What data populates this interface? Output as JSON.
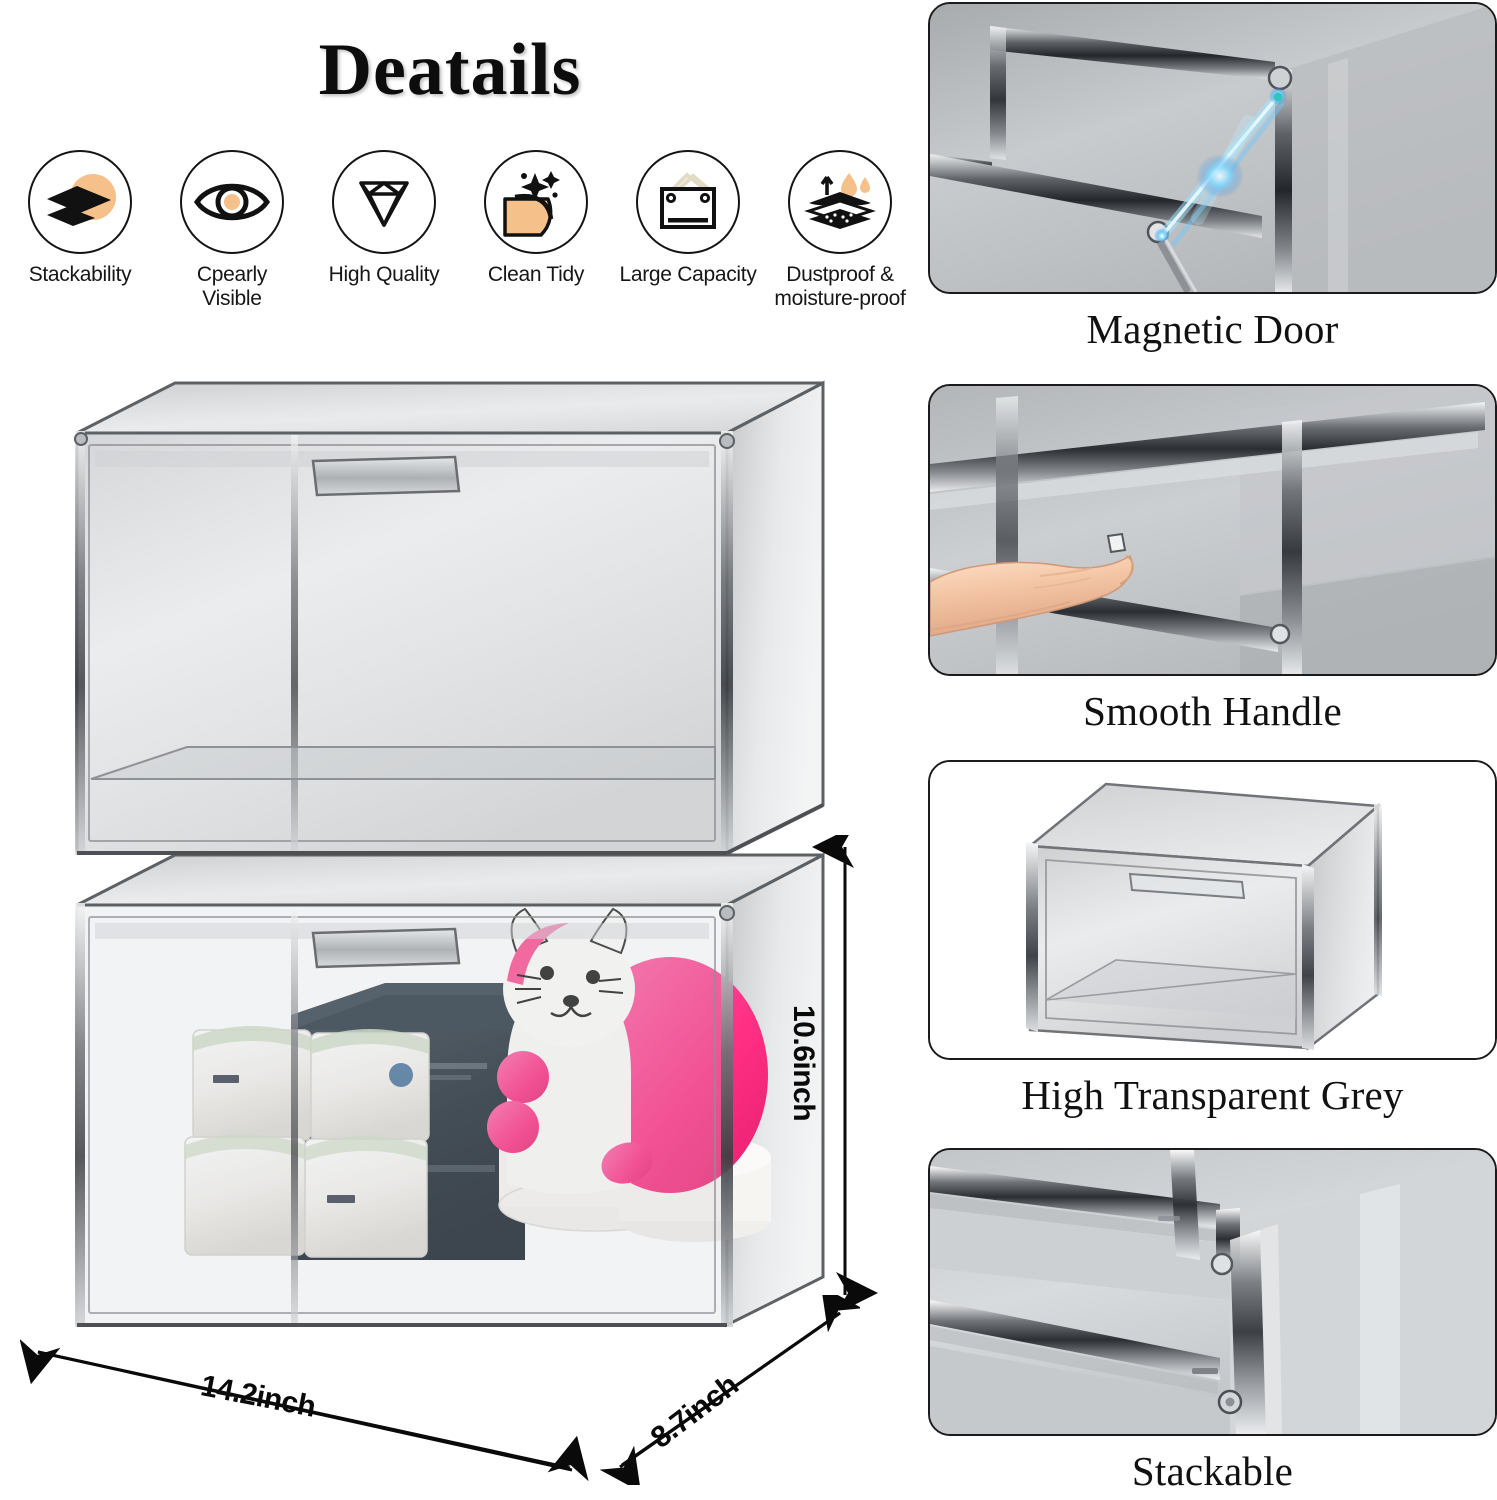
{
  "title": "Deatails",
  "features": [
    {
      "label": "Stackability",
      "icon": "layers-icon"
    },
    {
      "label": "Cpearly\nVisible",
      "label_line1": "Cpearly",
      "label_line2": "Visible",
      "icon": "eye-icon"
    },
    {
      "label": "High Quality",
      "icon": "diamond-icon"
    },
    {
      "label": "Clean Tidy",
      "icon": "wipe-sparkle-icon"
    },
    {
      "label": "Large Capacity",
      "icon": "storage-bin-icon"
    },
    {
      "label": "Dustproof &\nmoisture-proof",
      "label_line1": "Dustproof &",
      "label_line2": "moisture-proof",
      "icon": "water-repellent-layers-icon"
    }
  ],
  "hero": {
    "alt": "two stacked transparent grey storage boxes, lower one filled with tissue packs and a pink cat plush toy",
    "contents": [
      "tissue-pack",
      "tissue-pack",
      "tissue-pack",
      "tissue-pack",
      "dark-teal-box",
      "dark-teal-box",
      "pink-cat-plush",
      "toilet-roll"
    ]
  },
  "dimensions": {
    "height": "10.6inch",
    "width": "14.2inch",
    "depth": "8.7inch"
  },
  "panels": [
    {
      "caption": "Magnetic Door",
      "photo": "magnetic-door-closeup"
    },
    {
      "caption": "Smooth Handle",
      "photo": "finger-on-handle-closeup"
    },
    {
      "caption": "High Transparent Grey",
      "photo": "single-grey-box"
    },
    {
      "caption": "Stackable",
      "photo": "stacked-box-corner-closeup"
    }
  ],
  "colors": {
    "accent_peach": "#f5c089",
    "ink": "#141414",
    "plastic_grey": "#9a9da1",
    "magnet_blue": "#4fc3f7",
    "plush_pink": "#ff3d8b",
    "dark_box": "#1f2b35"
  }
}
